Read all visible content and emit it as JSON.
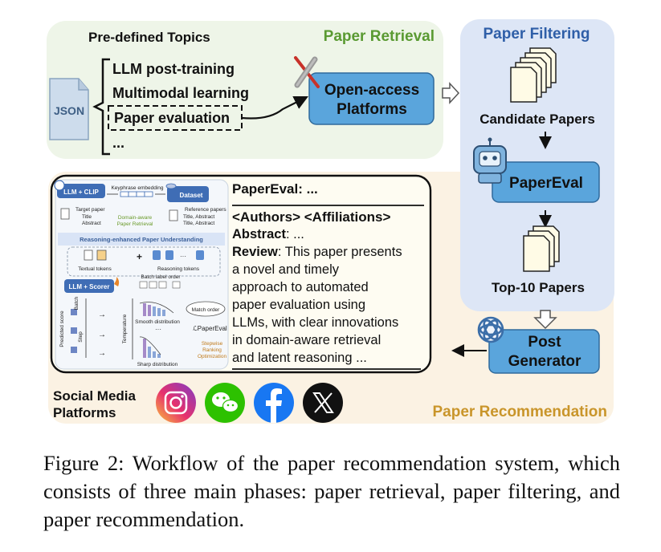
{
  "retrieval": {
    "title": "Paper Retrieval",
    "topics_title": "Pre-defined Topics",
    "json_label": "JSON",
    "topics": [
      "LLM post-training",
      "Multimodal learning",
      "Paper evaluation",
      "..."
    ],
    "platform_line1": "Open-access",
    "platform_line2": "Platforms"
  },
  "filtering": {
    "title": "Paper Filtering",
    "candidate": "Candidate Papers",
    "model": "PaperEval",
    "top": "Top-10 Papers",
    "generator_line1": "Post",
    "generator_line2": "Generator"
  },
  "recommendation": {
    "title": "Paper Recommendation",
    "social_line1": "Social Media",
    "social_line2": "Platforms",
    "icons": [
      "instagram-icon",
      "wechat-icon",
      "facebook-icon",
      "x-icon"
    ]
  },
  "post": {
    "head": "PaperEval: ...",
    "authors": "<Authors> <Affiliations>",
    "abstract_label": "Abstract",
    "abstract_text": ": ...",
    "review_label": "Review",
    "review_lines": [
      ": This paper presents",
      "a novel and timely",
      "approach to automated",
      "paper evaluation using",
      "LLMs, with clear innovations",
      "in domain-aware retrieval",
      "and latent reasoning ..."
    ]
  },
  "inset": {
    "llm_clip": "LLM + CLIP",
    "keyphrase": "Keyphrase embedding",
    "dataset": "Dataset",
    "target": "Target paper",
    "title": "Title",
    "abstract": "Abstract",
    "domain_aware_1": "Domain-aware",
    "domain_aware_2": "Paper Retrieval",
    "reference": "Reference papers",
    "ref_title": "Title, Abstract",
    "ref_title2": "Title, Abstract",
    "reasoning": "Reasoning-enhanced Paper Understanding",
    "textual": "Textual tokens",
    "reasoning_tokens": "Reasoning tokens",
    "batch_order": "Batch label order",
    "llm_scorer": "LLM + Scorer",
    "match": "Match order",
    "smooth": "Smooth distribution",
    "sharp": "Sharp distribution",
    "loss": "ℒPaperEval",
    "stepwise1": "Stepwise",
    "stepwise2": "Ranking",
    "stepwise3": "Optimization",
    "predicted": "Predicted score",
    "batch": "Batch",
    "step": "Step",
    "temperature": "Temperature"
  },
  "caption": "Figure 2: Workflow of the paper recommendation system, which consists of three main phases: paper retrieval, paper filtering, and paper recommendation.",
  "colors": {
    "retrieval_bg": "#eef5e8",
    "filtering_bg": "#dde6f6",
    "recommend_bg": "#fbf2e3",
    "box_blue": "#5aa5dc",
    "retrieval_title": "#5a9a32",
    "filtering_title": "#2f5fa8",
    "recommend_title": "#c9952a"
  }
}
